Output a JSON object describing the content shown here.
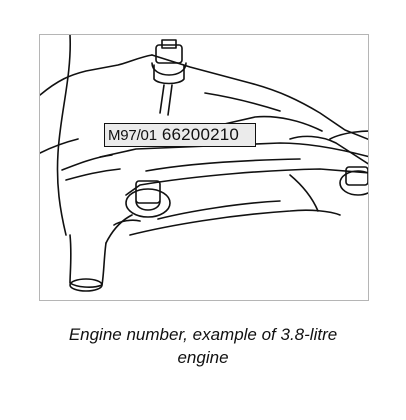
{
  "figure": {
    "plate_prefix": "M97/01",
    "plate_number": "66200210"
  },
  "caption": {
    "line1": "Engine number, example of 3.8-litre",
    "line2": "engine"
  }
}
